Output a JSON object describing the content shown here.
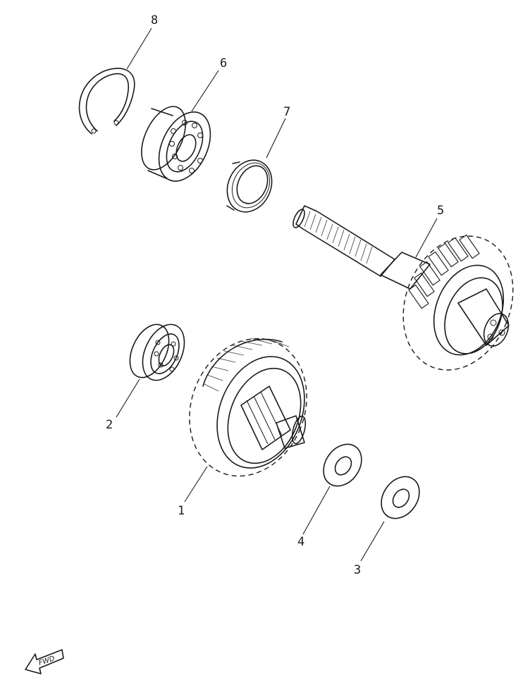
{
  "parts": [
    {
      "id": "1",
      "label": "1",
      "name": "primary-drive-gear"
    },
    {
      "id": "2",
      "label": "2",
      "name": "ball-bearing-small"
    },
    {
      "id": "3",
      "label": "3",
      "name": "washer-3"
    },
    {
      "id": "4",
      "label": "4",
      "name": "washer-4"
    },
    {
      "id": "5",
      "label": "5",
      "name": "drive-axle"
    },
    {
      "id": "6",
      "label": "6",
      "name": "ball-bearing-large"
    },
    {
      "id": "7",
      "label": "7",
      "name": "oil-seal"
    },
    {
      "id": "8",
      "label": "8",
      "name": "circlip"
    }
  ],
  "fwd_indicator": "FWD"
}
